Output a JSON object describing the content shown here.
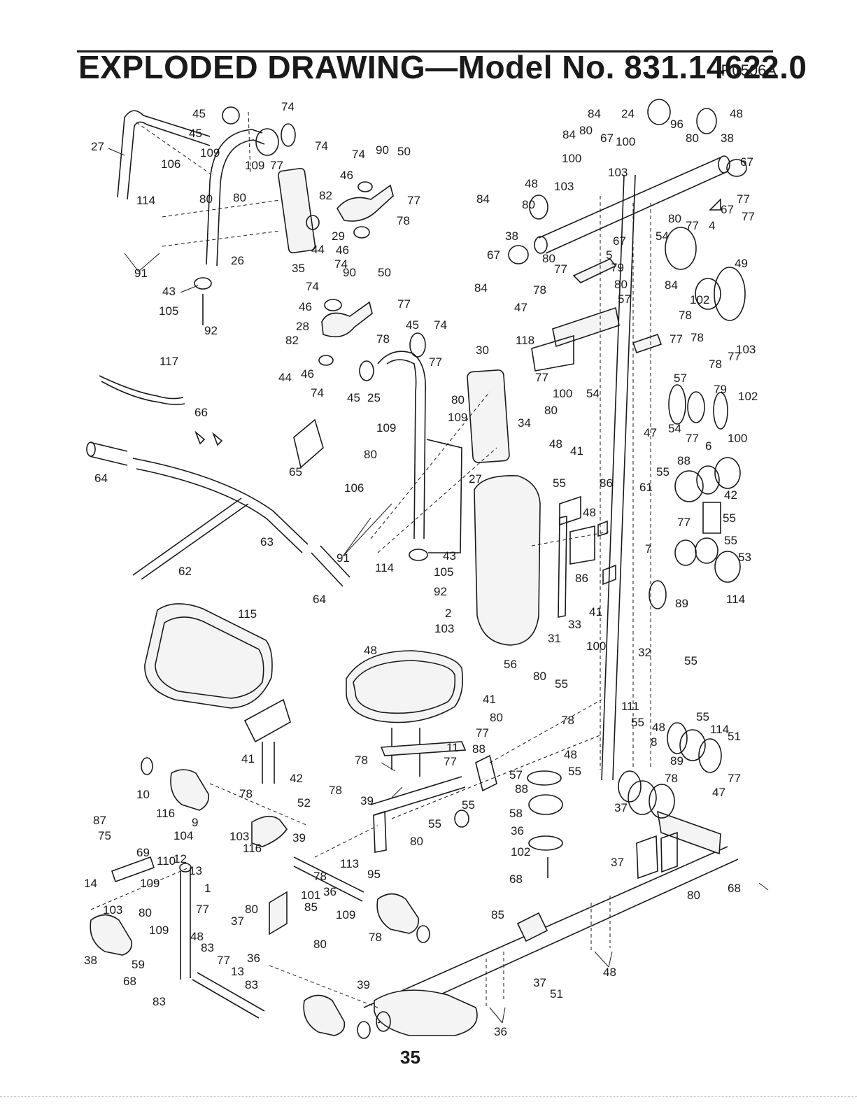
{
  "header": {
    "title": "EXPLODED DRAWING—Model No. 831.14622.0",
    "revision": "R0506A"
  },
  "page_number": "35",
  "callouts": [
    "45",
    "74",
    "45",
    "74",
    "27",
    "109",
    "106",
    "109",
    "77",
    "80",
    "80",
    "114",
    "82",
    "74",
    "90",
    "50",
    "46",
    "77",
    "78",
    "29",
    "44",
    "46",
    "74",
    "91",
    "26",
    "35",
    "43",
    "105",
    "92",
    "90",
    "50",
    "74",
    "46",
    "77",
    "28",
    "82",
    "78",
    "45",
    "74",
    "117",
    "44",
    "46",
    "74",
    "45",
    "25",
    "77",
    "80",
    "109",
    "34",
    "66",
    "30",
    "118",
    "109",
    "80",
    "106",
    "27",
    "64",
    "65",
    "63",
    "62",
    "64",
    "91",
    "114",
    "43",
    "105",
    "92",
    "84",
    "24",
    "96",
    "48",
    "84",
    "80",
    "67",
    "100",
    "38",
    "80",
    "100",
    "103",
    "48",
    "103",
    "84",
    "80",
    "67",
    "77",
    "77",
    "67",
    "80",
    "77",
    "4",
    "67",
    "38",
    "67",
    "80",
    "77",
    "5",
    "79",
    "54",
    "49",
    "84",
    "78",
    "80",
    "84",
    "57",
    "102",
    "47",
    "78",
    "77",
    "78",
    "103",
    "78",
    "77",
    "57",
    "79",
    "102",
    "77",
    "100",
    "54",
    "80",
    "47",
    "54",
    "77",
    "6",
    "100",
    "48",
    "41",
    "88",
    "55",
    "86",
    "55",
    "61",
    "42",
    "55",
    "48",
    "77",
    "55",
    "7",
    "53",
    "86",
    "89",
    "114",
    "41",
    "33",
    "31",
    "115",
    "2",
    "103",
    "100",
    "32",
    "55",
    "48",
    "56",
    "80",
    "55",
    "41",
    "78",
    "80",
    "111",
    "55",
    "48",
    "55",
    "114",
    "51",
    "77",
    "8",
    "89",
    "11",
    "88",
    "41",
    "42",
    "78",
    "77",
    "48",
    "55",
    "78",
    "57",
    "77",
    "88",
    "47",
    "39",
    "58",
    "78",
    "78",
    "55",
    "37",
    "10",
    "52",
    "80",
    "36",
    "116",
    "9",
    "55",
    "102",
    "87",
    "75",
    "103",
    "39",
    "104",
    "116",
    "113",
    "68",
    "69",
    "110",
    "12",
    "13",
    "95",
    "14",
    "109",
    "78",
    "36",
    "37",
    "68",
    "80",
    "1",
    "101",
    "103",
    "77",
    "80",
    "85",
    "109",
    "85",
    "37",
    "80",
    "109",
    "48",
    "78",
    "83",
    "77",
    "36",
    "80",
    "48",
    "13",
    "38",
    "59",
    "68",
    "83",
    "39",
    "37",
    "51",
    "36",
    "83"
  ]
}
